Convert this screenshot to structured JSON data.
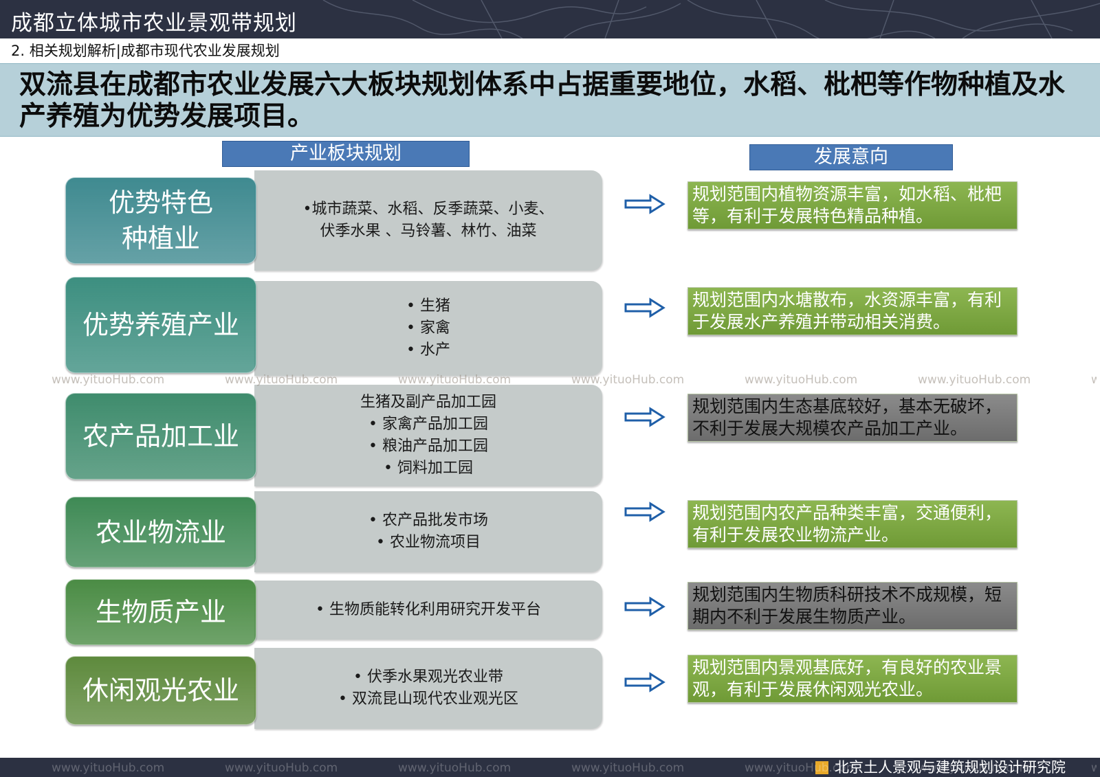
{
  "header": {
    "title": "成都立体城市农业景观带规划",
    "section": "2. 相关规划解析|成都市现代农业发展规划"
  },
  "headline": "双流县在成都市农业发展六大板块规划体系中占据重要地位，水稻、枇杷等作物种植及水产养殖为优势发展项目。",
  "columns": {
    "left": "产业板块规划",
    "right": "发展意向"
  },
  "rows": [
    {
      "label": "优势特色种植业",
      "label_lines": [
        "优势特色",
        "种植业"
      ],
      "items": [
        "•城市蔬菜、水稻、反季蔬菜、小麦、",
        "伏季水果 、马铃薯、林竹、油菜"
      ],
      "note": "规划范围内植物资源丰富，如水稻、枇杷等，有利于发展特色精品种植。",
      "note_tone": "green",
      "label_color": "#3f8a90"
    },
    {
      "label": "优势养殖产业",
      "label_lines": [
        "优势养殖产业"
      ],
      "items": [
        "• 生猪",
        "• 家禽",
        "• 水产"
      ],
      "note": "规划范围内水塘散布，水资源丰富，有利于发展水产养殖并带动相关消费。",
      "note_tone": "green",
      "label_color": "#3d8f80"
    },
    {
      "label": "农产品加工业",
      "label_lines": [
        "农产品加工业"
      ],
      "items": [
        "生猪及副产品加工园",
        "• 家禽产品加工园",
        "• 粮油产品加工园",
        "• 饲料加工园"
      ],
      "note": "规划范围内生态基底较好，基本无破坏，不利于发展大规模农产品加工产业。",
      "note_tone": "gray",
      "label_color": "#3f8c6d"
    },
    {
      "label": "农业物流业",
      "label_lines": [
        "农业物流业"
      ],
      "items": [
        "• 农产品批发市场",
        "• 农业物流项目"
      ],
      "note": "规划范围内农产品种类丰富，交通便利，有利于发展农业物流产业。",
      "note_tone": "green",
      "label_color": "#3f8a55"
    },
    {
      "label": "生物质产业",
      "label_lines": [
        "生物质产业"
      ],
      "items": [
        "• 生物质能转化利用研究开发平台"
      ],
      "note": "规划范围内生物质科研技术不成规模，短期内不利于发展生物质产业。",
      "note_tone": "gray",
      "label_color": "#4b8c45"
    },
    {
      "label": "休闲观光农业",
      "label_lines": [
        "休闲观光农业"
      ],
      "items": [
        "• 伏季水果观光农业带",
        "• 双流昆山现代农业观光区"
      ],
      "note": "规划范围内景观基底好，有良好的农业景观，有利于发展休闲观光农业。",
      "note_tone": "green",
      "label_color": "#5e8a3d"
    }
  ],
  "watermark": "www.yituoHub.com",
  "footer": {
    "org": "北京土人景观与建筑规划设计研究院"
  },
  "colors": {
    "header_bg": "#2c3142",
    "headline_bg": "#b6d0d9",
    "column_head": "#4a79b6",
    "panel": "#c5cbca",
    "note_green": "#7ba543",
    "note_gray": "#7b7b7b",
    "arrow": "#1f5fa8"
  }
}
